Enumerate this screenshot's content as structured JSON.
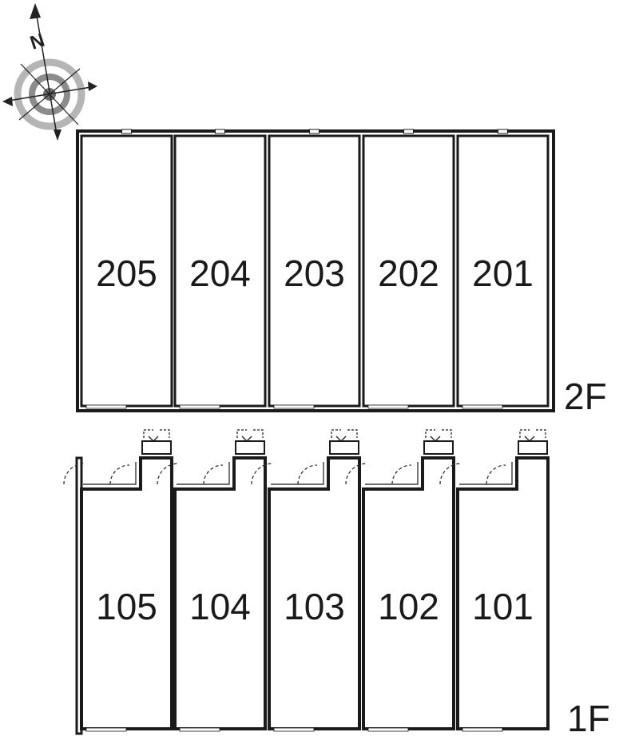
{
  "compass": {
    "letter": "N"
  },
  "floors": [
    {
      "label": "2F",
      "units": [
        "205",
        "204",
        "203",
        "202",
        "201"
      ]
    },
    {
      "label": "1F",
      "units": [
        "105",
        "104",
        "103",
        "102",
        "101"
      ]
    }
  ]
}
